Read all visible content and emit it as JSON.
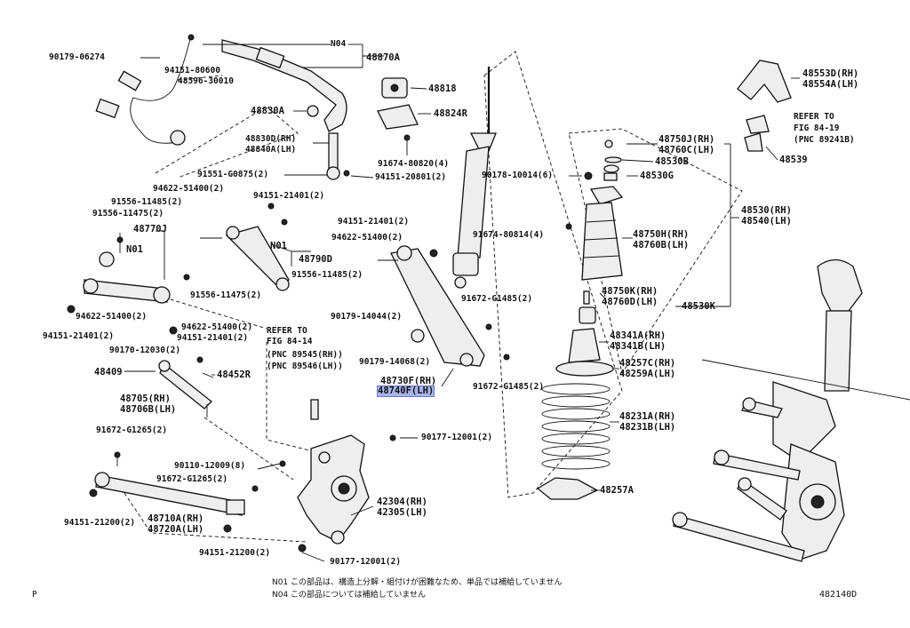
{
  "labels": {
    "p90179_06274": "90179-06274",
    "p94151_80600": "94151-80600",
    "p48596_30010": "48596-30010",
    "n04_top": "N04",
    "p48870A": "48870A",
    "p48818": "48818",
    "p48830A": "48830A",
    "p48824R": "48824R",
    "p48830D": "48830D(RH)",
    "p48840A": "48840A(LH)",
    "p91674_80820": "91674-80820(4)",
    "p91551_G0875": "91551-G0875(2)",
    "p94151_20801": "94151-20801(2)",
    "p94622_51400_a": "94622-51400(2)",
    "p94151_21401_a": "94151-21401(2)",
    "p91556_11485_a": "91556-11485(2)",
    "p91556_11475_a": "91556-11475(2)",
    "p48770J": "48770J",
    "n01_a": "N01",
    "n01_b": "N01",
    "p48790D": "48790D",
    "p91556_11485_b": "91556-11485(2)",
    "p91556_11475_b": "91556-11475(2)",
    "p94622_51400_b": "94622-51400(2)",
    "p94151_21401_b": "94151-21401(2)",
    "p94622_51400_c": "94622-51400(2)",
    "p94151_21401_c": "94151-21401(2)",
    "p94151_21401_d": "94151-21401(2)",
    "p94622_51400_d": "94622-51400(2)",
    "p90170_12030": "90170-12030(2)",
    "p48409": "48409",
    "p48452R": "48452R",
    "p48705": "48705(RH)",
    "p48706B": "48706B(LH)",
    "p91672_G1265_a": "91672-G1265(2)",
    "p90110_12009": "90110-12009(8)",
    "p91672_G1265_b": "91672-G1265(2)",
    "p94151_21200_a": "94151-21200(2)",
    "p48710A": "48710A(RH)",
    "p48720A": "48720A(LH)",
    "p94151_21200_b": "94151-21200(2)",
    "p90177_12001_a": "90177-12001(2)",
    "p90177_12001_b": "90177-12001(2)",
    "p42304": "42304(RH)",
    "p42305": "42305(LH)",
    "p90179_14044": "90179-14044(2)",
    "p90179_14068": "90179-14068(2)",
    "p91672_G1485_a": "91672-G1485(2)",
    "p91672_G1485_b": "91672-G1485(2)",
    "p48730F": "48730F(RH)",
    "p48740F": "48740F(LH)",
    "p90178_10014": "90178-10014(6)",
    "p91674_80814": "91674-80814(4)",
    "p48553D": "48553D(RH)",
    "p48554A": "48554A(LH)",
    "refer_a_1": "REFER TO",
    "refer_a_2": "FIG 84-19",
    "refer_a_3": "(PNC 89241B)",
    "p48539": "48539",
    "p48750J": "48750J(RH)",
    "p48760C": "48760C(LH)",
    "p48530B": "48530B",
    "p48530G": "48530G",
    "p48530": "48530(RH)",
    "p48540": "48540(LH)",
    "p48750H": "48750H(RH)",
    "p48760B": "48760B(LH)",
    "p48750K": "48750K(RH)",
    "p48760D": "48760D(LH)",
    "p48530K": "48530K",
    "p48341A": "48341A(RH)",
    "p48341B": "48341B(LH)",
    "p48257C": "48257C(RH)",
    "p48259A": "48259A(LH)",
    "p48231A": "48231A(RH)",
    "p48231B": "48231B(LH)",
    "p48257A": "48257A",
    "refer_b_1": "REFER TO",
    "refer_b_2": "FIG 84-14",
    "refer_b_3": "(PNC 89545(RH))",
    "refer_b_4": "(PNC 89546(LH))"
  },
  "footer": {
    "note1": "N01  この部品は、構造上分解・組付けが困難なため、単品では補給していません",
    "note2": "N04  この部品については補給していません",
    "left_mark": "P",
    "figure_id": "482140D"
  },
  "highlight": {
    "color": "#a9b4ee"
  }
}
